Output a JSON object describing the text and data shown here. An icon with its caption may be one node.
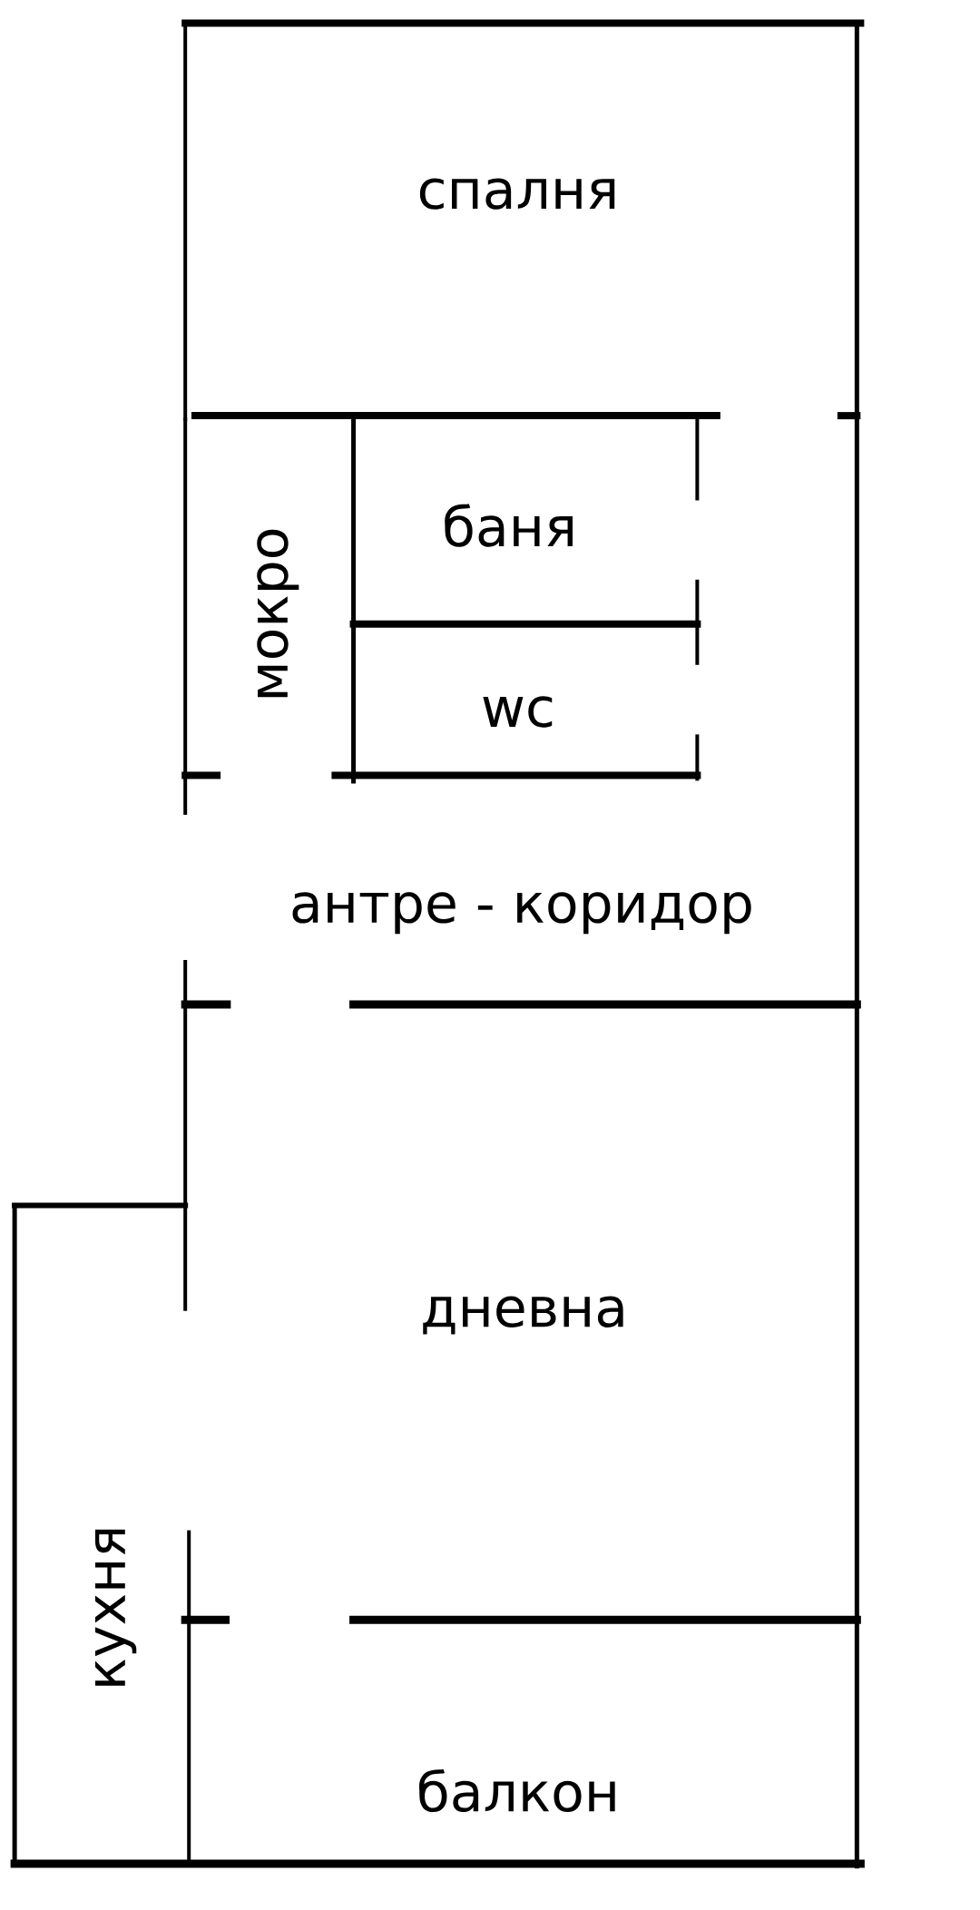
{
  "diagram": {
    "labels": [
      "спалня",
      "мокро",
      "баня",
      "wc",
      "антре - коридор",
      "дневна",
      "кухня",
      "балкон"
    ]
  }
}
